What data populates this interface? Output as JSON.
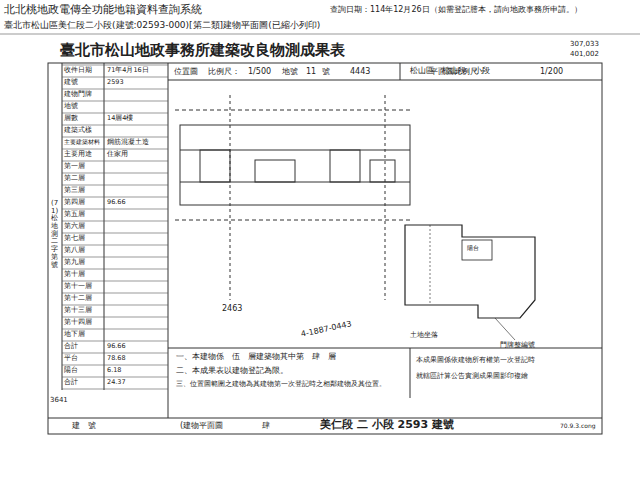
{
  "diagram": {
    "title": "臺北市松山地政事務所建築改良物測成果表",
    "labels": [
      "北北桃地政電傳全功能地籍資料查詢系統",
      "查詢日期：114年12月26日（如需登記謄本，請向地政事務所申請。）",
      "臺北市松山區美仁段二小段(建號:02593-000)[第二類]建物平面圖(已縮小列印)",
      "松山區　松山段　小段",
      "307,033",
      "401,002",
      "位置圖",
      "比例尺：",
      "1/500",
      "地號",
      "11",
      "號",
      "4443",
      "平面圖比例尺：",
      "1/200",
      "2463",
      "4-1887-0443",
      "陽台",
      "土地坐落",
      "門牌整編號",
      "一、本建物係　伍　層建築物其中第　肆　層",
      "二、本成果表以建物登記為限。",
      "三、位置圖範圍之建物為其建物第一次登記時之相鄰建物及其位置。",
      "本成果圖係依建物所有權第一次登記時",
      "就轄區計算公告實測成果圖影印複繪",
      "(71)松地測二字第　號",
      "3641",
      "建　號",
      "(建物平面圖",
      "肆",
      "美仁段 二 小段 2593 建號",
      "70.9.3.cong",
      "收件日期",
      "71年4月16日",
      "建號",
      "2593",
      "建物門牌",
      "地號",
      "層數",
      "14層4樓",
      "建築式樣",
      "主要建築材料",
      "鋼筋混凝土造",
      "主要用途",
      "住家用",
      "第一層",
      "第二層",
      "第三層",
      "第四層",
      "96.66",
      "第五層",
      "第六層",
      "第七層",
      "第八層",
      "第九層",
      "第十層",
      "第十一層",
      "第十二層",
      "第十三層",
      "第十四層",
      "地下層",
      "合計",
      "96.66",
      "平台",
      "78.68",
      "陽台",
      "6.18",
      "合計",
      "24.37"
    ]
  }
}
